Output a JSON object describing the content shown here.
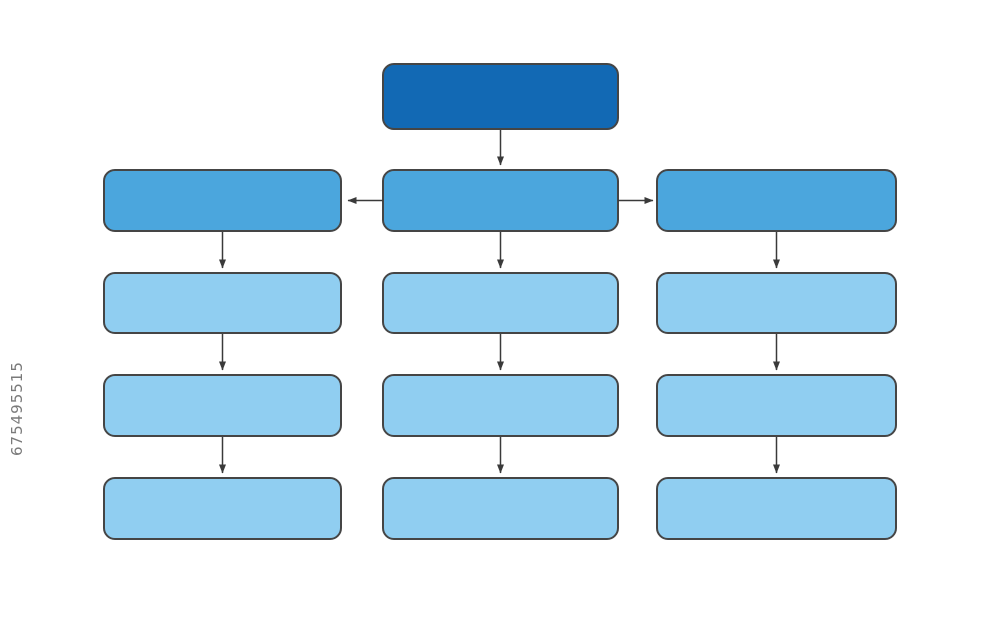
{
  "watermark": "675495515",
  "colors": {
    "background": "#ffffff",
    "top_box_fill": "#1269b4",
    "mid_box_fill": "#4ba6dd",
    "light_box_fill": "#90cef1",
    "box_stroke": "#454545",
    "arrow": "#3a3a3a",
    "watermark_text": "#7a7a7a"
  },
  "diagram": {
    "type": "flowchart-template",
    "rows": 5,
    "columns": 3,
    "structure": [
      {
        "level": 1,
        "boxes": 1,
        "fill_role": "top_box_fill"
      },
      {
        "level": 2,
        "boxes": 3,
        "fill_role": "mid_box_fill"
      },
      {
        "level": 3,
        "boxes": 3,
        "fill_role": "light_box_fill"
      },
      {
        "level": 4,
        "boxes": 3,
        "fill_role": "light_box_fill"
      },
      {
        "level": 5,
        "boxes": 3,
        "fill_role": "light_box_fill"
      }
    ],
    "box_labels": [
      "",
      "",
      "",
      "",
      "",
      "",
      "",
      "",
      "",
      "",
      "",
      "",
      ""
    ]
  }
}
